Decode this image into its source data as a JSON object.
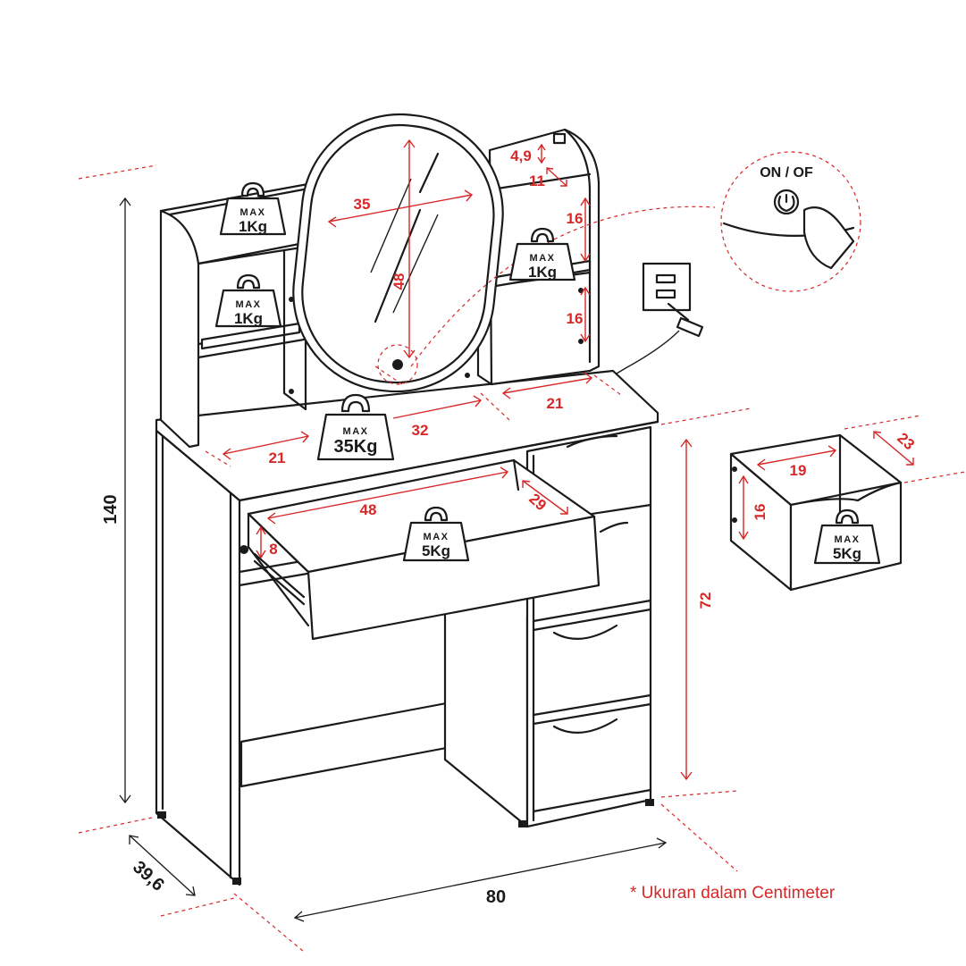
{
  "dimensions": {
    "total_height": "140",
    "depth": "39,6",
    "width": "80",
    "table_height": "72",
    "left_shelf_width": "21",
    "top_shelf_width": "32",
    "right_shelf_width": "21",
    "mirror_width": "35",
    "mirror_height": "48",
    "right_top_gap": "4,9",
    "right_top_depth": "11",
    "right_shelf_h1": "16",
    "right_shelf_h2": "16",
    "drawer_width": "48",
    "drawer_depth": "29",
    "drawer_height": "8",
    "small_drawer_width": "19",
    "small_drawer_depth": "23",
    "small_drawer_height": "16"
  },
  "weights": {
    "max_label": "MAX",
    "top_left": "1Kg",
    "mid_left": "1Kg",
    "right_shelf": "1Kg",
    "tabletop": "35Kg",
    "main_drawer": "5Kg",
    "small_drawer": "5Kg"
  },
  "switch_label": "ON / OF",
  "note": "* Ukuran dalam Centimeter",
  "colors": {
    "dimension_red": "#d62828",
    "line_black": "#1a1a1a"
  }
}
